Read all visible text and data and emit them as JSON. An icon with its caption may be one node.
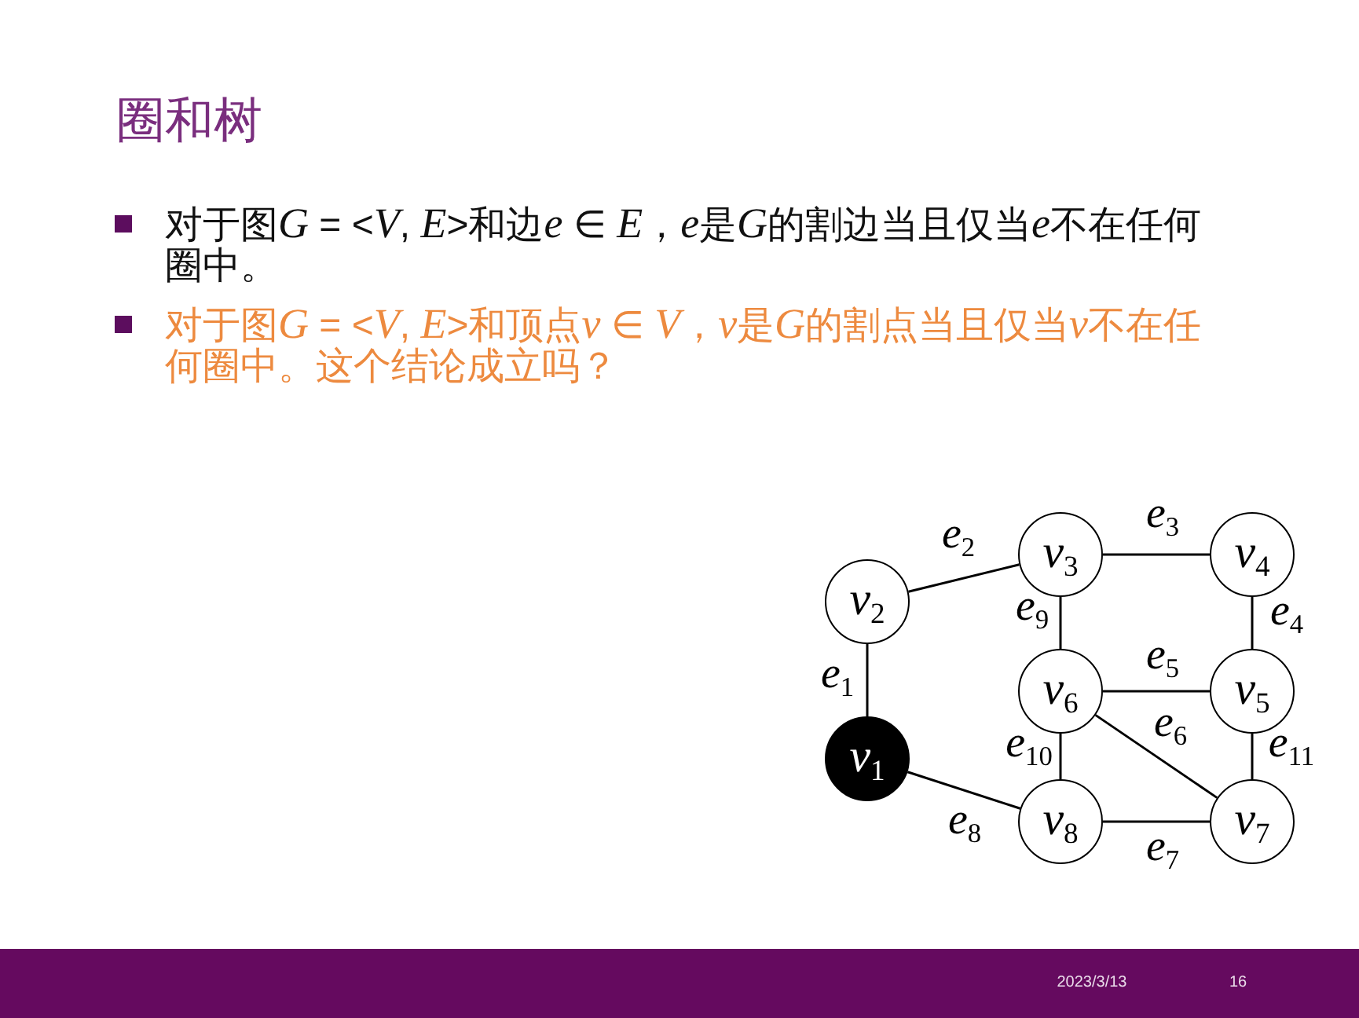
{
  "diagram": {
    "title": "圈和树",
    "nodes": [
      {
        "text": [
          "*v*$_{3}$"
        ]
      },
      {
        "text": [
          "*v*$_{4}$"
        ]
      },
      {
        "text": [
          "*v*$_{2}$"
        ]
      },
      {
        "text": [
          "*v*$_{6}$"
        ]
      },
      {
        "text": [
          "*v*$_{5}$"
        ]
      },
      {
        "text": [
          "*v*$_{1}$"
        ]
      },
      {
        "text": [
          "*v*$_{8}$"
        ]
      },
      {
        "text": [
          "*v*$_{7}$"
        ]
      }
    ],
    "edges": [
      {
        "from": 2,
        "to": 5,
        "arrow": "none",
        "label": "*e*$_{1}$"
      },
      {
        "from": 2,
        "to": 0,
        "arrow": "none",
        "label": "*e*$_{2}$"
      },
      {
        "from": 0,
        "to": 1,
        "arrow": "none",
        "label": "*e*$_{3}$"
      },
      {
        "from": 1,
        "to": 4,
        "arrow": "none",
        "label": "*e*$_{4}$"
      },
      {
        "from": 3,
        "to": 4,
        "arrow": "none",
        "label": "*e*$_{5}$"
      },
      {
        "from": 3,
        "to": 7,
        "arrow": "none",
        "label": "*e*$_{6}$"
      },
      {
        "from": 6,
        "to": 7,
        "arrow": "none",
        "label": "*e*$_{7}$"
      },
      {
        "from": 5,
        "to": 6,
        "arrow": "none",
        "label": "*e*$_{8}$"
      },
      {
        "from": 0,
        "to": 3,
        "arrow": "none",
        "label": "*e*$_{9}$"
      },
      {
        "from": 3,
        "to": 6,
        "arrow": "none",
        "label": "*e*$_{10}$"
      },
      {
        "from": 4,
        "to": 7,
        "arrow": "none",
        "label": "*e*$_{11}$"
      }
    ],
    "labels": [
      "对于图G = <V, E>和边e ∈ E，e是G的割边当且仅当e不在任何圈中。",
      "对于图G = <V, E>和顶点v ∈ V，v是G的割点当且仅当v不在任何圈中。这个结论成立吗？",
      "2023/3/13",
      "16"
    ]
  }
}
